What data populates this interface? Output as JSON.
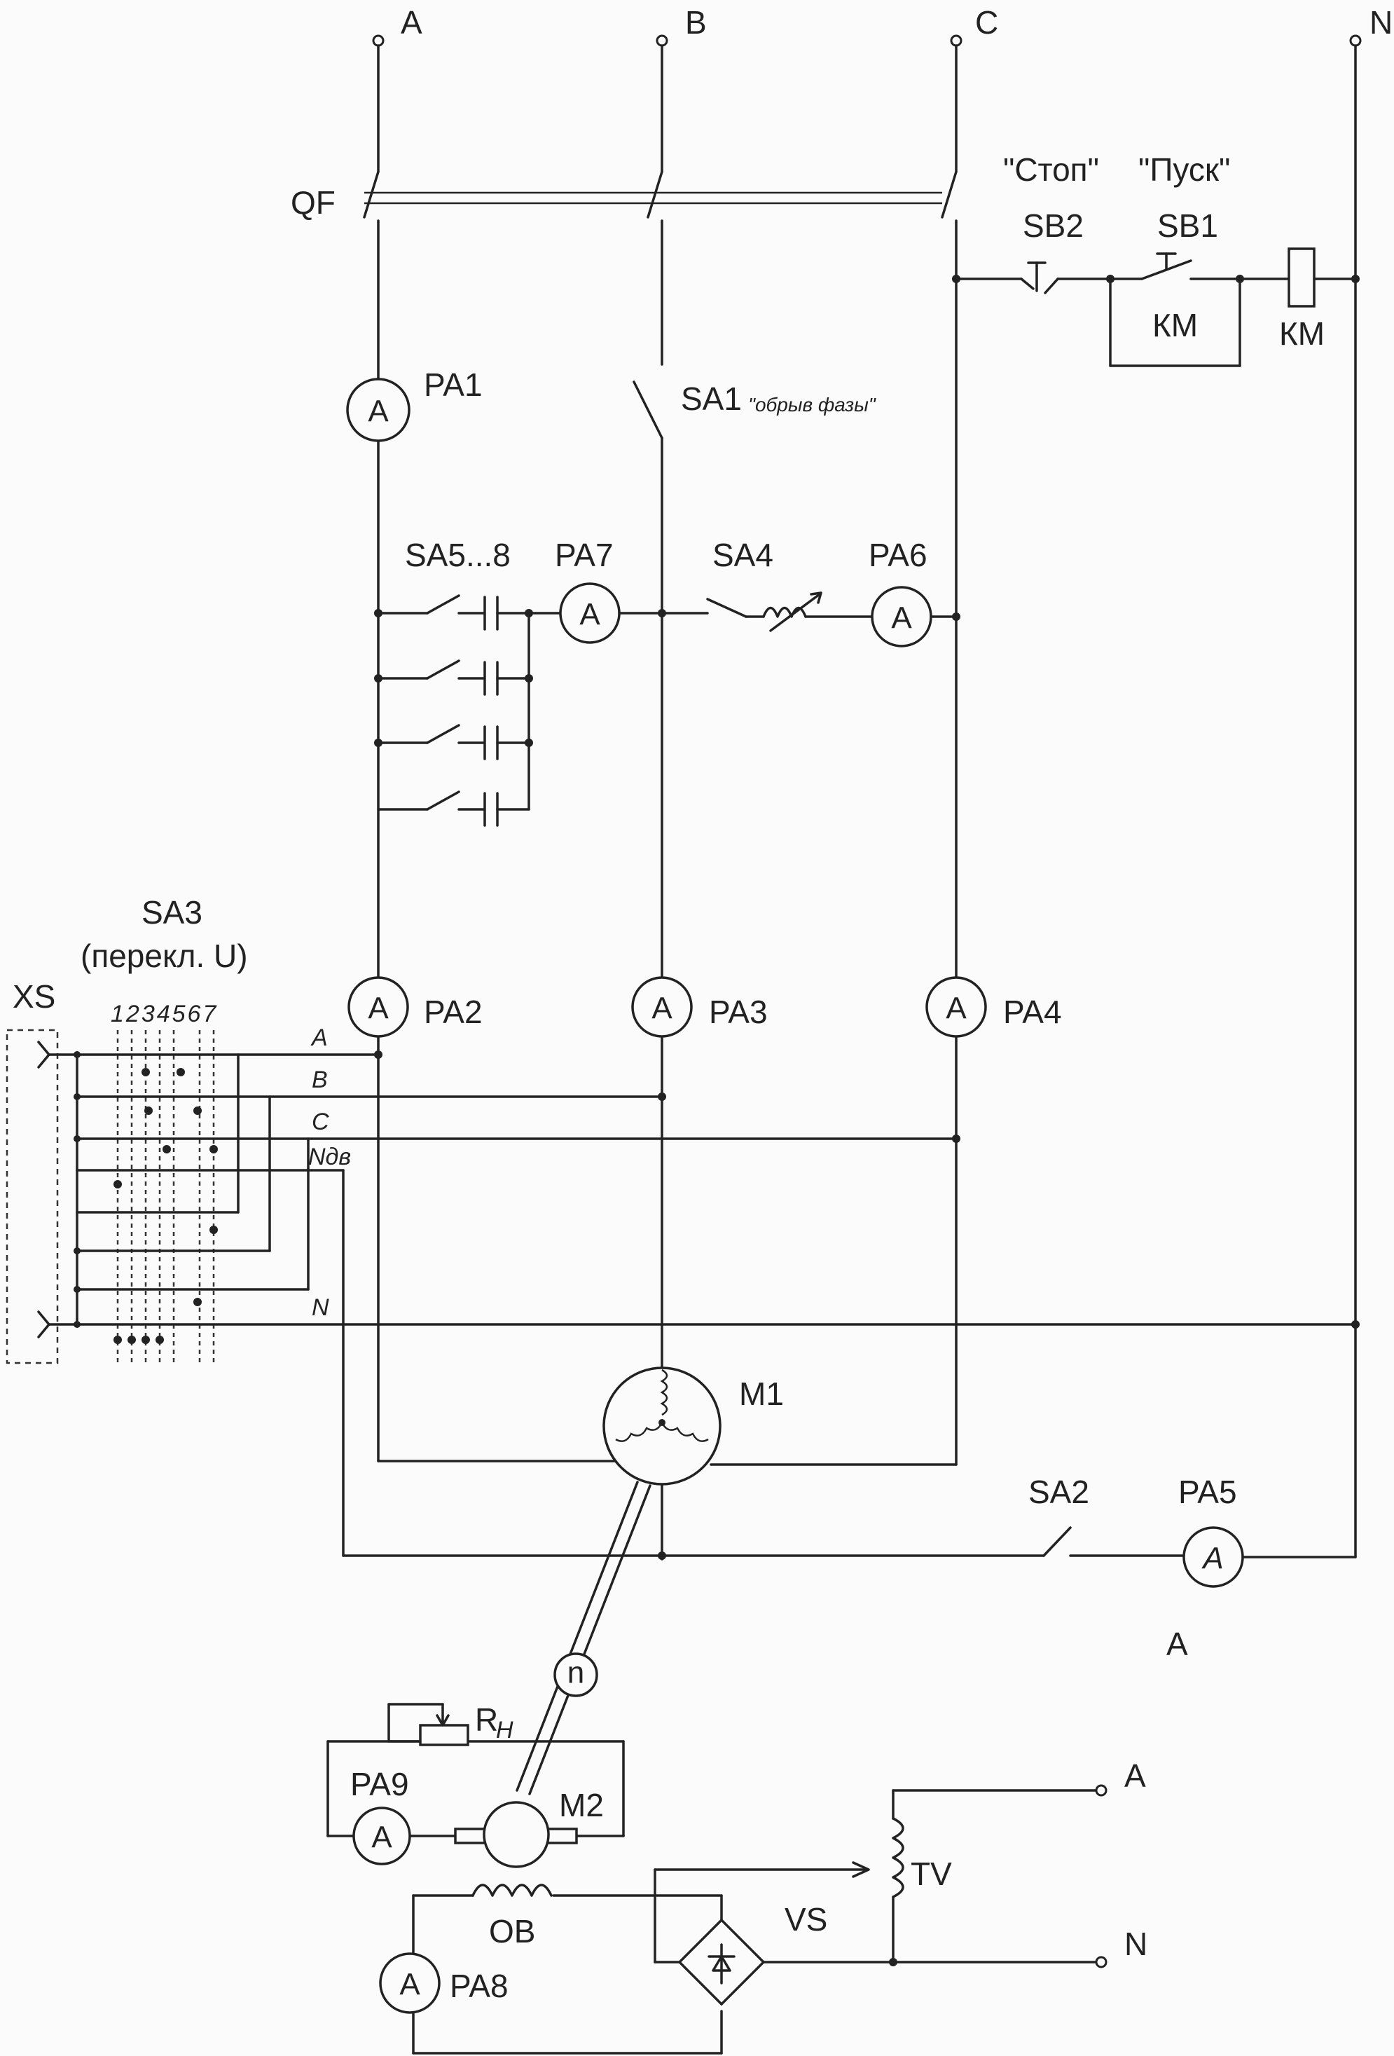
{
  "phases": {
    "a": "A",
    "b": "B",
    "c": "C",
    "n": "N"
  },
  "breaker": "QF",
  "control": {
    "stop_quote": "\"Стоп\"",
    "stop": "SB2",
    "start_quote": "\"Пуск\"",
    "start": "SB1",
    "contact": "КМ",
    "coil": "КМ"
  },
  "switches": {
    "sa1": "SA1",
    "sa1_note": "\"обрыв фазы\"",
    "sa2": "SA2",
    "sa4": "SA4",
    "sa5": "SA5...8",
    "sa3": "SA3",
    "sa3_note": "(перекл. U)",
    "sa3_positions": "1234567"
  },
  "ammeters": {
    "pa1": "PA1",
    "pa2": "PA2",
    "pa3": "PA3",
    "pa4": "PA4",
    "pa5": "PA5",
    "pa6": "PA6",
    "pa7": "PA7",
    "pa8": "PA8",
    "pa9": "PA9",
    "symbol": "A",
    "pa5_below": "A"
  },
  "connector": {
    "top": "XS"
  },
  "buses": {
    "a": "A",
    "b": "B",
    "c": "C",
    "ndv": "Nдв",
    "n": "N"
  },
  "motor": "M1",
  "generator": "M2",
  "speed": "n",
  "load": {
    "r": "R",
    "sub": "H"
  },
  "field": "OB",
  "rectifier": "VS",
  "transformer": "TV",
  "supply": {
    "a": "A",
    "n": "N"
  }
}
